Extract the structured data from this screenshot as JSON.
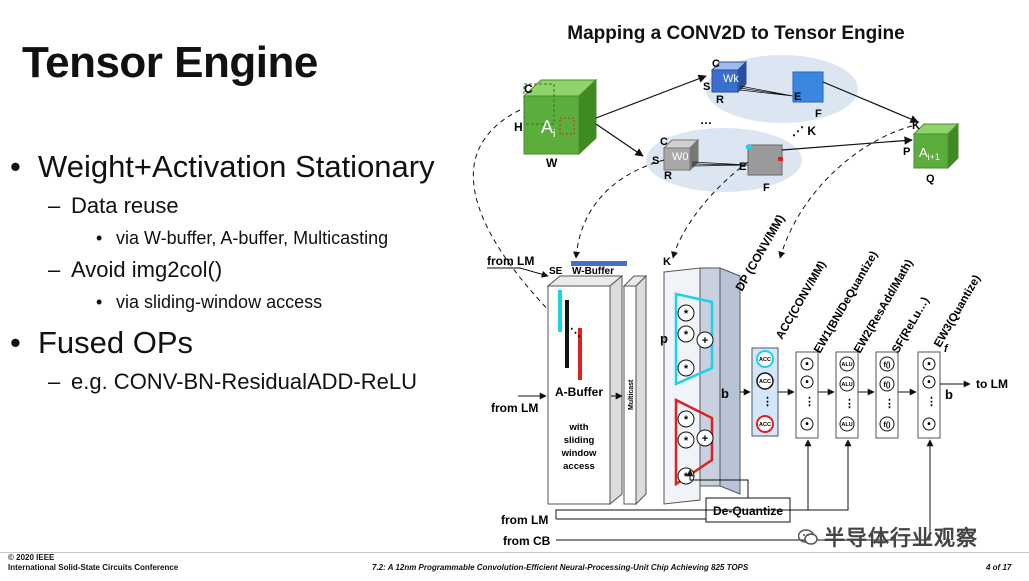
{
  "slide": {
    "title": "Tensor Engine",
    "bullets": {
      "b1": "Weight+Activation Stationary",
      "b1_1": "Data reuse",
      "b1_1_1": "via W-buffer, A-buffer, Multicasting",
      "b1_2": "Avoid img2col()",
      "b1_2_1": "via sliding-window access",
      "b2": "Fused OPs",
      "b2_1": "e.g. CONV-BN-ResidualADD-ReLU"
    }
  },
  "diagram": {
    "title": "Mapping a CONV2D to Tensor Engine",
    "input_cube": {
      "c": "C",
      "h": "H",
      "w": "W",
      "label": "A",
      "sub": "i"
    },
    "kernel_top": {
      "c": "C",
      "s": "S",
      "r": "R",
      "label": "Wk",
      "e": "E",
      "f": "F"
    },
    "kernel_bottom": {
      "c": "C",
      "s": "S",
      "r": "R",
      "label": "W0",
      "e": "E",
      "f": "F"
    },
    "k_dots": "⋰ K",
    "k_dots_top": "…",
    "output_cube": {
      "k": "K",
      "p": "P",
      "q": "Q",
      "label": "A",
      "sub": "i+1"
    },
    "labels": {
      "from_lm_1": "from LM",
      "from_lm_2": "from LM",
      "from_lm_3": "from LM",
      "from_cb": "from CB",
      "se": "SE",
      "w_buffer": "W-Buffer",
      "a_buffer": "A-Buffer",
      "sliding": "with sliding window access",
      "multicast": "Multicast",
      "dp": "DP (CONV/MM)",
      "acc": "ACC(CONV/MM)",
      "ew1": "EW1(BN/DeQuantize)",
      "ew2": "EW2(ResAdd/Math)",
      "sf": "SF(ReLu…)",
      "ew3": "EW3(Quantize)",
      "to_lm": "to LM",
      "dequant": "De-Quantize",
      "p": "p",
      "b": "b",
      "k": "K",
      "f": "f",
      "plus": "+",
      "star": "*",
      "acc_cell": "ACC",
      "alu_cell": "ALU",
      "f_cell": "f()"
    }
  },
  "watermark": "半导体行业观察",
  "footer": {
    "left_1": "© 2020 IEEE",
    "left_2": "International Solid-State Circuits Conference",
    "middle": "7.2: A 12nm Programmable Convolution-Efficient Neural-Processing-Unit Chip Achieving 825 TOPS",
    "page": "4 of 17"
  },
  "colors": {
    "green": "#5cae3c",
    "blue": "#3a6fd0",
    "cyan": "#19d3e8",
    "red": "#e02020",
    "ellipse": "#dce6f2",
    "gray": "#9a9a9a"
  }
}
